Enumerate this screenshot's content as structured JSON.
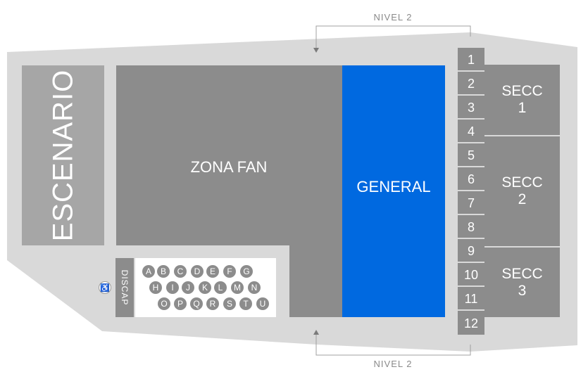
{
  "colors": {
    "floor": "#d9d9d9",
    "stage": "#a6a6a6",
    "zone": "#8c8c8c",
    "general": "#0069e0",
    "label": "#8a8a8a"
  },
  "nivel": {
    "top": "NIVEL 2",
    "bottom": "NIVEL 2"
  },
  "stage_label": "ESCENARIO",
  "zona_fan_label": "ZONA FAN",
  "general_label": "GENERAL",
  "column_numbers": [
    "1",
    "2",
    "3",
    "4",
    "5",
    "6",
    "7",
    "8",
    "9",
    "10",
    "11",
    "12"
  ],
  "sections": [
    {
      "line1": "SECC",
      "line2": "1"
    },
    {
      "line1": "SECC",
      "line2": "2"
    },
    {
      "line1": "SECC",
      "line2": "3"
    }
  ],
  "disc_label": "DISCAP",
  "seat_rows": [
    [
      "A",
      "B",
      "C",
      "D",
      "E",
      "F",
      "G"
    ],
    [
      "H",
      "I",
      "J",
      "K",
      "L",
      "M",
      "N"
    ],
    [
      "O",
      "P",
      "Q",
      "R",
      "S",
      "T",
      "U"
    ]
  ],
  "icons": {
    "wheelchair": "wheelchair-icon",
    "arrow": "arrow-down-icon"
  }
}
